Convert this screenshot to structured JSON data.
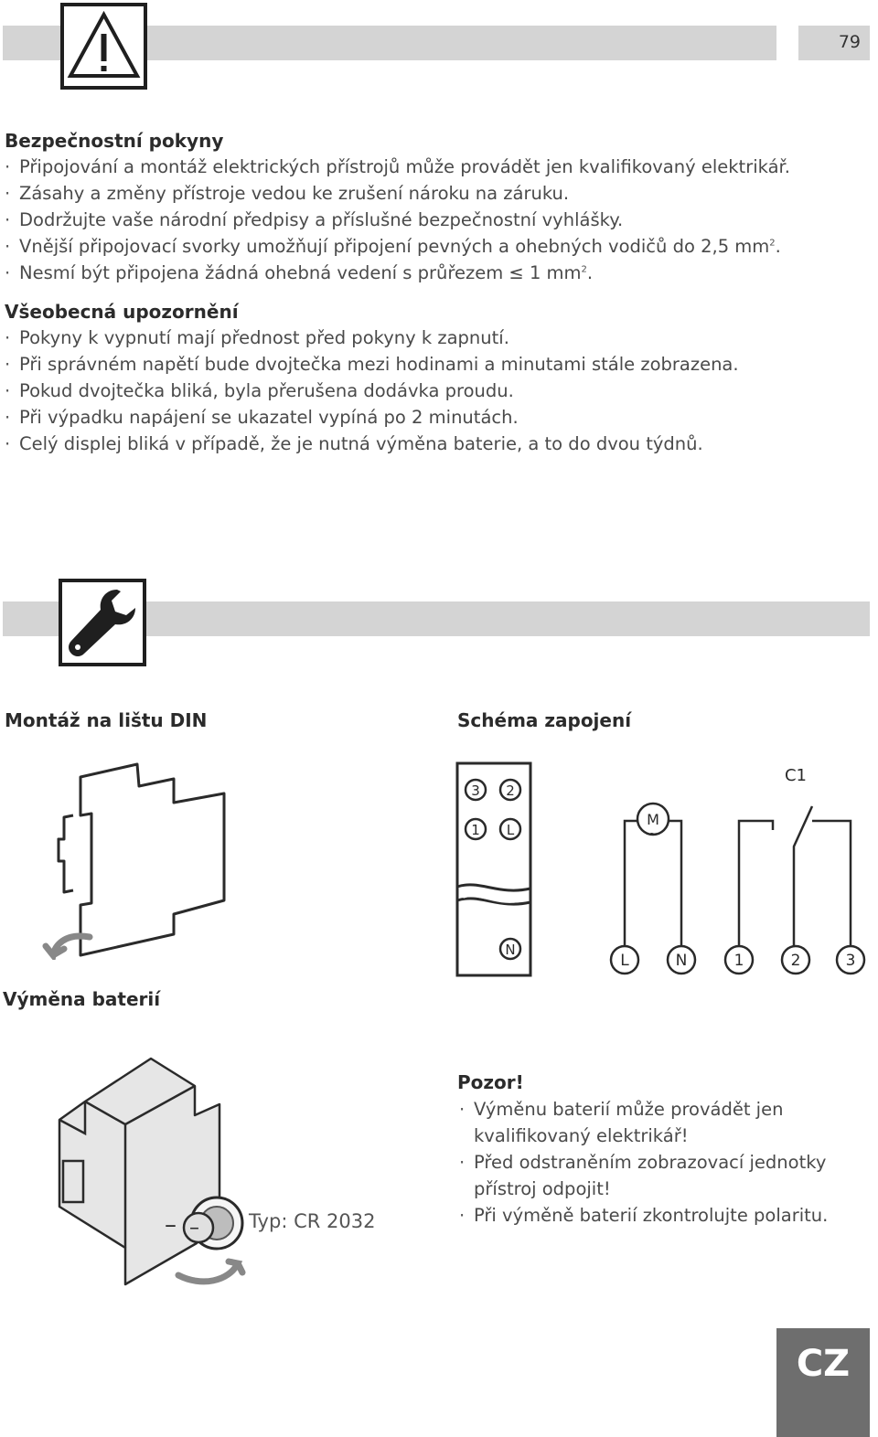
{
  "page_number": "79",
  "safety": {
    "heading": "Bezpečnostní pokyny",
    "items": [
      "Připojování a montáž elektrických přístrojů může provádět jen kvalifikovaný elektrikář.",
      "Zásahy a změny přístroje vedou ke zrušení nároku na záruku.",
      "Dodržujte vaše národní předpisy a příslušné bezpečnostní vyhlášky.",
      "Vnější připojovací svorky umožňují připojení pevných a ohebných vodičů do 2,5 mm",
      "Nesmí být připojena žádná ohebná vedení s průřezem ≤ 1 mm"
    ],
    "superscript": "2",
    "suffix": "."
  },
  "general": {
    "heading": "Všeobecná upozornění",
    "items": [
      "Pokyny k vypnutí mají přednost před pokyny k zapnutí.",
      "Při správném napětí bude dvojtečka mezi hodinami a minutami stále zobrazena.",
      "Pokud dvojtečka bliká, byla přerušena dodávka proudu.",
      "Při výpadku napájení se ukazatel vypíná po 2 minutách.",
      "Celý displej bliká v případě, že je nutná výměna baterie, a to do dvou týdnů."
    ]
  },
  "din_heading": "Montáž na lištu DIN",
  "wiring": {
    "heading": "Schéma zapojení",
    "contact_label": "C1",
    "motor_label": "M",
    "motor_sub": "~",
    "device_terminals": [
      "3",
      "2",
      "1",
      "L",
      "N"
    ],
    "terminals": [
      "L",
      "N",
      "1",
      "2",
      "3"
    ]
  },
  "battery": {
    "heading": "Výměna baterií",
    "type_label": "Typ: CR 2032",
    "minus_sign": "–"
  },
  "warning": {
    "heading": "Pozor!",
    "items": [
      "Výměnu baterií může provádět jen kvalifikovaný elektrikář!",
      "Před odstraněním zobrazovací jednotky přístroj odpojit!",
      "Při výměně baterií zkontrolujte polaritu."
    ]
  },
  "language_tab": "CZ",
  "colors": {
    "bar": "#d4d4d4",
    "tab": "#6e6e6e",
    "text": "#3a3a3a"
  }
}
